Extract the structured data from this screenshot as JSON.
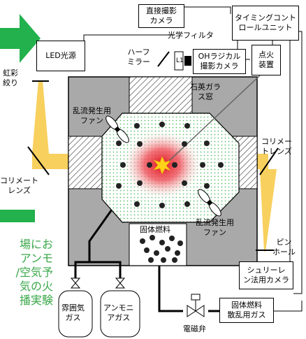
{
  "labels": {
    "direct_camera": "直接撮影\nカメラ",
    "timing_unit": "タイミングコント\nロールユニット",
    "optical_filter": "光学フィルタ",
    "led_source": "LED光源",
    "half_mirror": "ハーフ\nミラー",
    "oh_camera": "OHラジカル\n撮影カメラ",
    "ignition": "点火\n装置",
    "iris": "虹彩\n絞り",
    "quartz_window": "石英ガラ\nス窓",
    "fan_top": "乱流発生用\nファン",
    "collimator_right": "コリメー\nトレンズ",
    "collimator_left": "コリメート\nレンズ",
    "fan_bottom": "乱流発生用\nファン",
    "solid_fuel": "固体燃料",
    "pinhole": "ピン\nホール",
    "schlieren_camera": "シュリーレ\nン法用カメラ",
    "atmosphere_gas": "雰囲気\nガス",
    "ammonia_gas": "アンモニ\nアガス",
    "solid_fuel_gas": "固体燃料\n散乱用ガス",
    "solenoid_valve": "電磁弁",
    "filter_mark": "L1"
  },
  "side_text": "場にお\nアンモ\n/空気予\n気の火\n播実験",
  "colors": {
    "beam": "#f7c842",
    "chamber_gray": "#a9a9a9",
    "green_arrow": "#22b14c",
    "side_text": "#3aa84a",
    "flame_red": "#e0141e",
    "dot_green": "#5fbf6a",
    "spark": "#ffd21a"
  }
}
